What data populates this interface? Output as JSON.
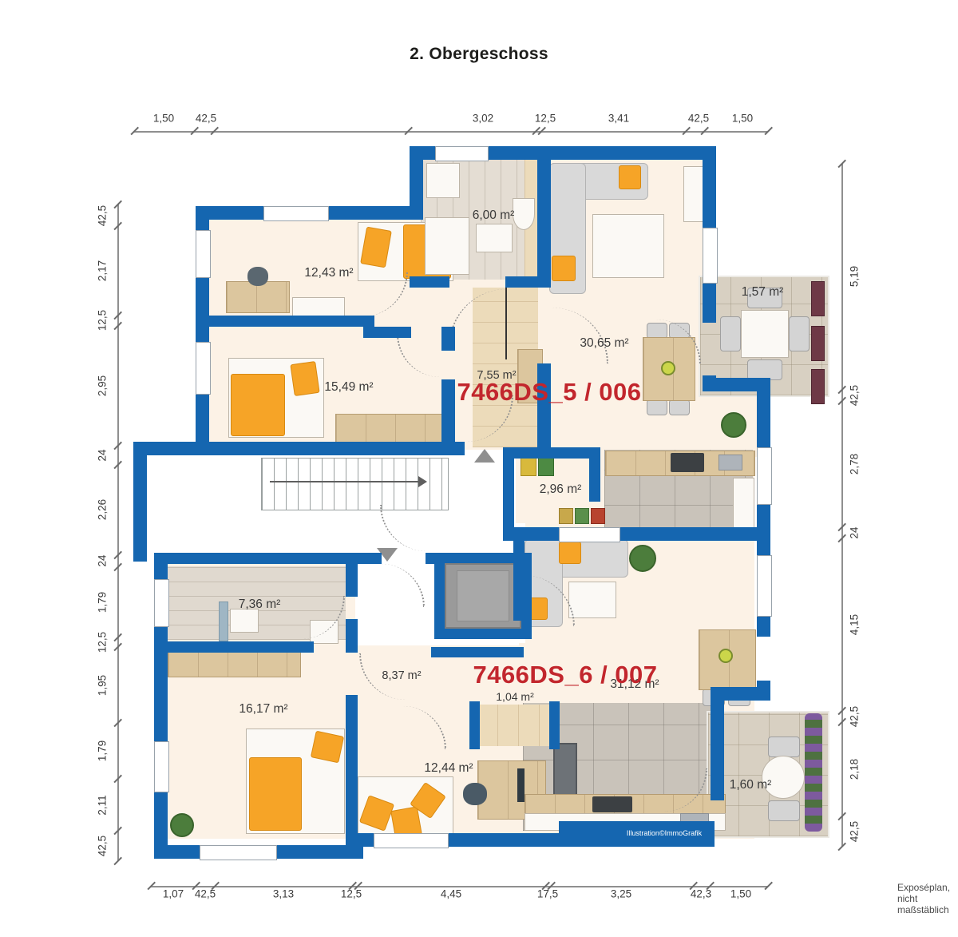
{
  "title": "2. Obergeschoss",
  "footnote": "Exposéplan, nicht maßstäblich",
  "credit": "Illustration©ImmoGrafik",
  "units": {
    "top": "7466DS_5 / 006",
    "bottom": "7466DS_6 / 007"
  },
  "rooms": {
    "bath_top": "6,00 m²",
    "bedroom_top_1": "12,43 m²",
    "living_top": "30,65 m²",
    "balcony_top": "1,57 m²",
    "bedroom_top_2": "15,49 m²",
    "hall_top": "7,55 m²",
    "kitchen_top": "2,96 m²",
    "bath_bottom": "7,36 m²",
    "hall_bottom": "8,37 m²",
    "closet_bottom": "1,04 m²",
    "living_bottom": "31,12 m²",
    "bedroom_bottom_1": "16,17 m²",
    "bedroom_bottom_2": "12,44 m²",
    "balcony_bottom": "1,60 m²"
  },
  "dims": {
    "top": [
      "1,50",
      "42,5",
      "3,02",
      "12,5",
      "3,41",
      "42,5",
      "1,50"
    ],
    "left": [
      "42,5",
      "2,17",
      "12,5",
      "2,95",
      "24",
      "2,26",
      "24",
      "1,79",
      "12,5",
      "1,95",
      "1,79",
      "2,11",
      "42,5"
    ],
    "right": [
      "5,19",
      "42,5",
      "2,78",
      "24",
      "4,15",
      "42,5",
      "2,18",
      "42,5"
    ],
    "bottom": [
      "1,07",
      "42,5",
      "3,13",
      "12,5",
      "4,45",
      "17,5",
      "3,25",
      "42,3",
      "1,50"
    ]
  },
  "colors": {
    "wall_blue": "#1566b0",
    "accent_red": "#c2262d",
    "furniture_orange": "#f6a427",
    "floor_cream": "#fcf2e6"
  }
}
